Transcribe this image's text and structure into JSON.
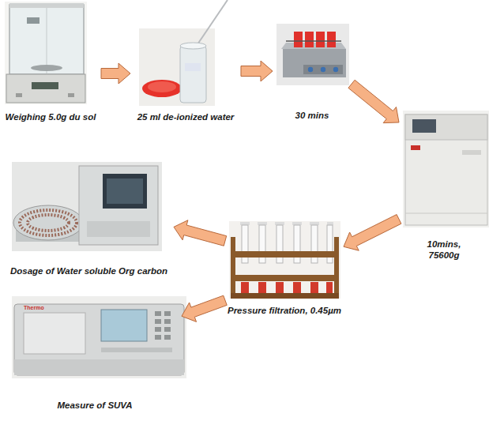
{
  "diagram": {
    "nodes": [
      {
        "text": [
          "Weighing 5.0g du sol"
        ]
      },
      {
        "text": [
          "25 ml de-ionized water"
        ]
      },
      {
        "text": [
          "30 mins"
        ]
      },
      {
        "text": [
          "10mins, 75600g"
        ]
      },
      {
        "text": [
          "Pressure filtration, 0.45µm"
        ]
      },
      {
        "text": [
          "Dosage of Water soluble Org carbon"
        ]
      },
      {
        "text": [
          "Measure of SUVA"
        ]
      }
    ],
    "edges": [
      {
        "from": 0,
        "to": 1,
        "arrow": "to"
      },
      {
        "from": 1,
        "to": 2,
        "arrow": "to"
      },
      {
        "from": 2,
        "to": 3,
        "arrow": "to"
      },
      {
        "from": 3,
        "to": 4,
        "arrow": "to"
      },
      {
        "from": 4,
        "to": 5,
        "arrow": "to"
      },
      {
        "from": 4,
        "to": 6,
        "arrow": "to"
      }
    ],
    "labels": [
      "Thermo"
    ]
  }
}
